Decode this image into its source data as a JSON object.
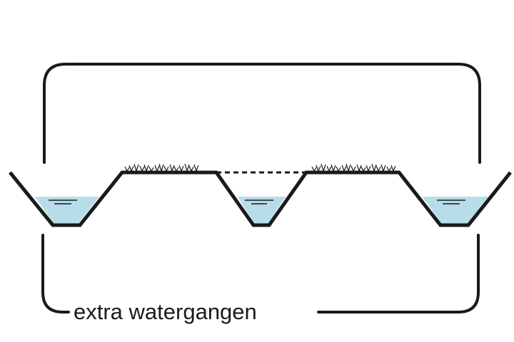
{
  "caption": "extra watergangen",
  "colors": {
    "line": "#1a1a1a",
    "water": "#b7dde9",
    "background": "#ffffff"
  },
  "elements": {
    "ditches": [
      "ditch-left",
      "ditch-middle",
      "ditch-right"
    ],
    "fields": [
      "field-left",
      "field-right"
    ],
    "icons": [
      "grass-tuft-icon",
      "water-level-icon"
    ]
  }
}
